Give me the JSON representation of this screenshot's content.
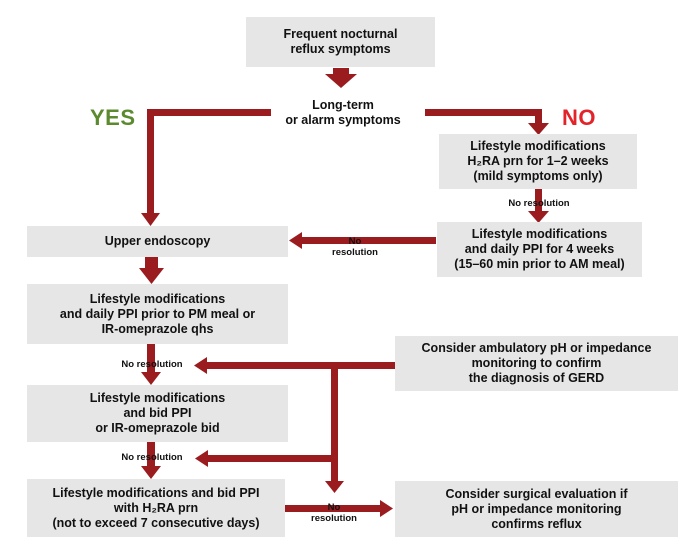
{
  "colors": {
    "arrow": "#9b1c1f",
    "yes": "#5c8a2e",
    "no": "#e2232a",
    "box": "#e6e6e6"
  },
  "nodes": {
    "start": "Frequent nocturnal\nreflux symptoms",
    "decision": "Long-term\nor alarm symptoms",
    "yes_label": "YES",
    "no_label": "NO",
    "no_step1": "Lifestyle modifications\nH₂RA prn for 1–2 weeks\n(mild symptoms only)",
    "no_step2": "Lifestyle modifications\nand daily PPI for 4 weeks\n(15–60 min prior to AM meal)",
    "upper_endoscopy": "Upper endoscopy",
    "yes_step1": "Lifestyle modifications\nand daily PPI prior to PM meal or\nIR-omeprazole qhs",
    "yes_step2": "Lifestyle modifications\nand bid PPI\nor IR-omeprazole bid",
    "yes_step3": "Lifestyle modifications and bid PPI\nwith H₂RA prn\n(not to exceed 7 consecutive days)",
    "ambulatory": "Consider ambulatory pH or impedance\nmonitoring to confirm\nthe diagnosis of GERD",
    "surgical": "Consider surgical evaluation if\npH or impedance monitoring\nconfirms reflux"
  },
  "edge_labels": {
    "no_resolution_right": "No resolution",
    "no_resolution_mid": "No\nresolution",
    "no_resolution_left1": "No resolution",
    "no_resolution_left2": "No resolution",
    "no_resolution_bottom": "No\nresolution"
  }
}
